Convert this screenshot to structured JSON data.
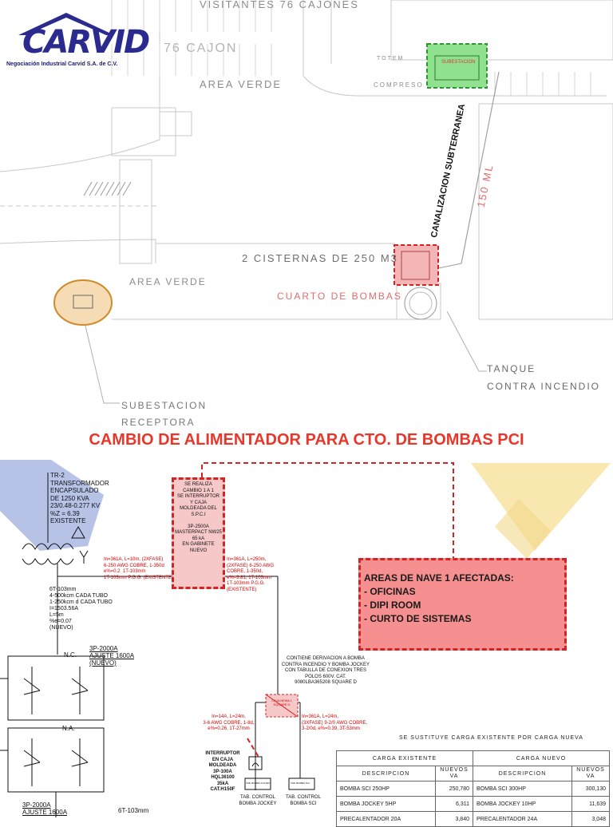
{
  "logo": {
    "name": "CARVID",
    "company": "Negociación Industrial Carvid S.A. de C.V."
  },
  "plan": {
    "visitantes": "VISITANTES 76 CAJONES",
    "cajones": "76 CAJON",
    "area_verde_top": "AREA VERDE",
    "compresor": "COMPRESO",
    "totem": "TOTEM",
    "subestacion_tag": "SUBESTACION",
    "canalizacion": "CANALIZACION SUBTERRANEA",
    "distancia": "150 ML",
    "cisternas": "2 CISTERNAS DE 250 M3",
    "area_verde_bottom": "AREA VERDE",
    "cuarto_bombas": "CUARTO DE BOMBAS",
    "tanque": "TANQUE",
    "contra_incendio": "CONTRA INCENDIO",
    "subestacion": "SUBESTACION",
    "receptora": "RECEPTORA"
  },
  "title": "CAMBIO DE ALIMENTADOR PARA CTO. DE BOMBAS PCI",
  "diagram": {
    "transformer": "TR-2\nTRANSFORMADOR\nENCAPSULADO\nDE 1250 KVA\n23/0.48-0.277 KV\n%Z = 6.39\nEXISTENTE",
    "breaker_box": "SE REALIZA\nCAMBIO 1 A 1\nSE INTERRUPTOR\nY CAJA\nMOLDEADA DEL\nS.P.C.I\n\n3P-2500A\nMASTERPACT NW25\n65 kA\nEN GABINETE\nNUEVO",
    "feeder_left": "In=361A, L=10m, (2XFASE)\n6-250 AWG COBRE, 1-350d\ne%=0.2  1T-103mm\n1T-103mm P.G.G. (EXISTENTE)",
    "feeder_right": "In=361A, L=250m,\n(2XFASE) 6-250 AWG\nCOBRE, 1-350d,\ne%=3.81, 1T-103mm\n1T-103mm P.G.G.\n(EXISTENTE)",
    "bus_spec": "6T-103mm\n4-500kcm CADA TUBO\n1-250kcm d CADA TUBO\nI=1503.56A\nL=5m\n%e=0.07\n(NUEVO)",
    "breaker_top": "3P-2000A\nAJUSTE 1600A\n(NUEVO)",
    "nc": "N.C.",
    "na": "N.A.",
    "breaker_bottom": "3P-2000A\nAJUSTE 1600A",
    "bottom_conduit": "6T-103mm",
    "derivacion": "CONTIENE DERIVACION A BOMBA\nCONTRA INCENDIO Y BOMBA JOCKEY\nCON TABULLA DE CONEXION TRES\nPOLOS 600V. CAT.\n9080LBA365208 SQUARE D",
    "caja_label": "CAJA NEMA 1\nSQUARE D",
    "feeder_jockey": "In=14A, L=24m,\n3-6 AWG COBRE, 1-8d,\ne%=0.26, 1T-27mm",
    "feeder_sci": "In=361A, L=24m,\n(3XFASE) 9-2/0 AWG COBRE,\n3-2/0d, e%=0.39, 3T-53mm",
    "interruptor": "INTERRUPTOR\nEN CAJA\nMOLDEADA\n3P-100A\nHQL36100\n35kA\nCAT.H150F",
    "tab_jockey_small": "TAB. BOMBA JOCKEY",
    "tab_sci_small": "TAB. BOMBA SCI",
    "tab_jockey": "TAB. CONTROL\nBOMBA JOCKEY",
    "tab_sci": "TAB. CONTROL\nBOMBA SCI"
  },
  "areas": {
    "heading": "AREAS DE NAVE 1 AFECTADAS:",
    "items": [
      "- OFICINAS",
      "- DIPI ROOM",
      "- CURTO DE SISTEMAS"
    ]
  },
  "table": {
    "note": "SE SUSTITUYE CARGA EXISTENTE POR CARGA NUEVA",
    "group_existente": "CARGA EXISTENTE",
    "group_nuevo": "CARGA NUEVO",
    "col_desc": "DESCRIPCION",
    "col_va": "NUEVOS VA",
    "rows": [
      {
        "desc_old": "BOMBA SCI 250HP",
        "va_old": "250,780",
        "desc_new": "BOMBA SCI 300HP",
        "va_new": "300,130"
      },
      {
        "desc_old": "BOMBA JOCKEY 5HP",
        "va_old": "6,311",
        "desc_new": "BOMBA JOCKEY 10HP",
        "va_new": "11,639"
      },
      {
        "desc_old": "PRECALENTADOR 20A",
        "va_old": "3,840",
        "desc_new": "PRECALENTADOR 24A",
        "va_new": "3,048"
      }
    ]
  },
  "colors": {
    "accent_red": "#e8372a",
    "box_red": "#f68f8f",
    "highlight_green": "#8fe08f",
    "triangle_yellow": "#f7e3a0",
    "shape_blue": "#a9b9e3",
    "substation_orange": "#f6dcb4"
  }
}
